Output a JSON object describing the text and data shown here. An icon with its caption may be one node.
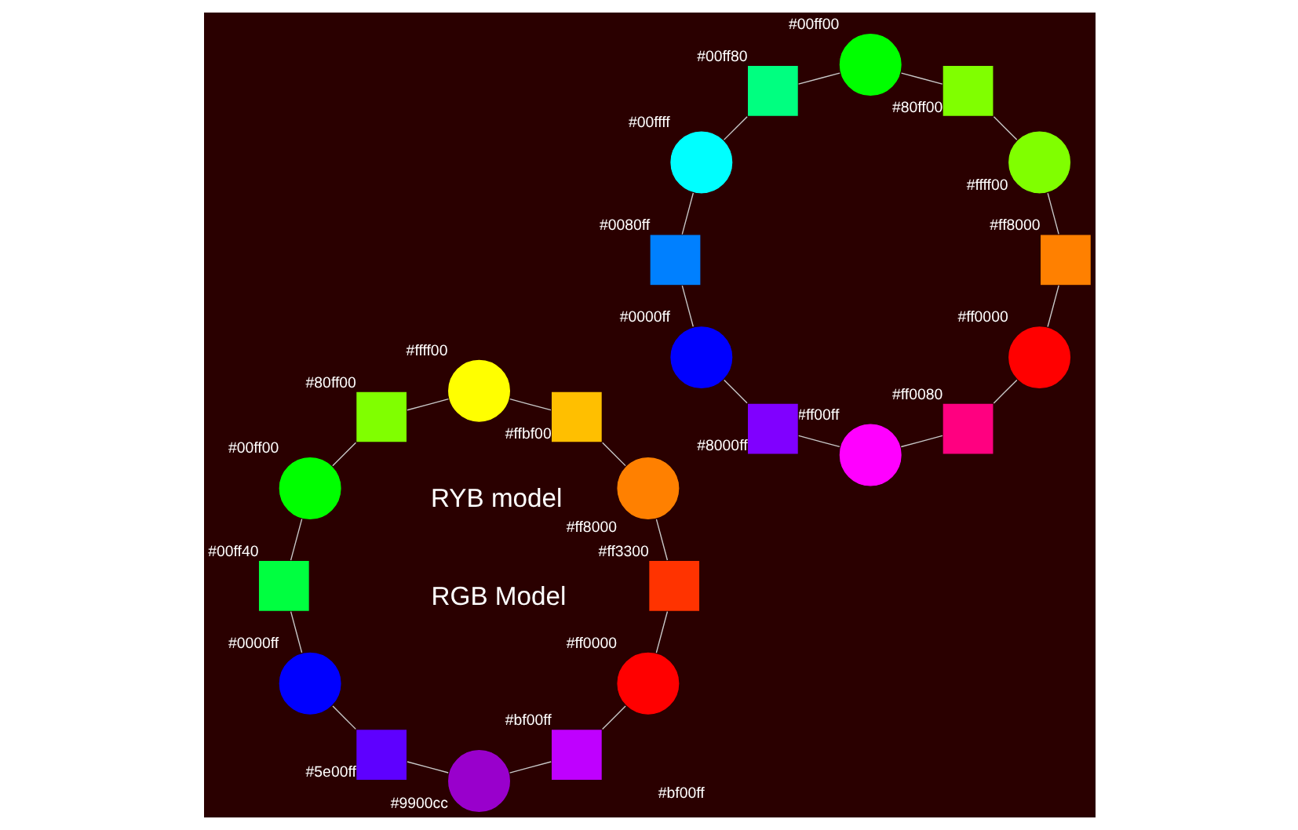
{
  "diagram": {
    "nodes": [
      {
        "text": [],
        "shape": "circle",
        "beside": [
          "#ff0000"
        ]
      },
      {
        "text": [],
        "shape": "box",
        "beside": [
          "#bf00ff"
        ]
      },
      {
        "text": [],
        "shape": "circle",
        "beside": [
          "#9900cc"
        ]
      },
      {
        "text": [],
        "shape": "box",
        "beside": [
          "#5e00ff"
        ]
      },
      {
        "text": [],
        "shape": "circle",
        "beside": [
          "#0000ff"
        ]
      },
      {
        "text": [],
        "shape": "box",
        "beside": [
          "#00ff40"
        ]
      },
      {
        "text": [],
        "shape": "circle",
        "beside": [
          "#00ff00"
        ]
      },
      {
        "text": [],
        "shape": "box",
        "beside": [
          "#80ff00"
        ]
      },
      {
        "text": [],
        "shape": "circle",
        "beside": [
          "#ffff00"
        ]
      },
      {
        "text": [],
        "shape": "box",
        "beside": [
          "#ffbf00"
        ]
      },
      {
        "text": [],
        "shape": "circle",
        "beside": [
          "#ff8000"
        ]
      },
      {
        "text": [],
        "shape": "box",
        "beside": [
          "#ff3300"
        ]
      },
      {
        "text": [],
        "shape": "circle",
        "beside": [
          "#ff0000"
        ]
      },
      {
        "text": [],
        "shape": "box",
        "beside": [
          "#ff0080"
        ]
      },
      {
        "text": [],
        "shape": "circle",
        "beside": [
          "#ff00ff"
        ]
      },
      {
        "text": [],
        "shape": "box",
        "beside": [
          "#8000ff"
        ]
      },
      {
        "text": [],
        "shape": "circle",
        "beside": [
          "#0000ff"
        ]
      },
      {
        "text": [],
        "shape": "box",
        "beside": [
          "#0080ff"
        ]
      },
      {
        "text": [],
        "shape": "circle",
        "beside": [
          "#00ffff"
        ]
      },
      {
        "text": [],
        "shape": "box",
        "beside": [
          "#00ff80"
        ]
      },
      {
        "text": [],
        "shape": "circle",
        "beside": [
          "#00ff00"
        ]
      },
      {
        "text": [],
        "shape": "box",
        "beside": [
          "#80ff00"
        ]
      },
      {
        "text": [],
        "shape": "circle",
        "beside": [
          "#ffff00"
        ]
      },
      {
        "text": [],
        "shape": "box",
        "beside": [
          "#ff8000"
        ]
      }
    ],
    "edges": [
      {
        "from": 0,
        "to": 1,
        "arrow": "none"
      },
      {
        "from": 1,
        "to": 2,
        "arrow": "none"
      },
      {
        "from": 2,
        "to": 3,
        "arrow": "none"
      },
      {
        "from": 3,
        "to": 4,
        "arrow": "none"
      },
      {
        "from": 4,
        "to": 5,
        "arrow": "none"
      },
      {
        "from": 5,
        "to": 6,
        "arrow": "none"
      },
      {
        "from": 6,
        "to": 7,
        "arrow": "none"
      },
      {
        "from": 7,
        "to": 8,
        "arrow": "none"
      },
      {
        "from": 8,
        "to": 9,
        "arrow": "none"
      },
      {
        "from": 9,
        "to": 10,
        "arrow": "none"
      },
      {
        "from": 10,
        "to": 11,
        "arrow": "none"
      },
      {
        "from": 11,
        "to": 0,
        "arrow": "none"
      },
      {
        "from": 12,
        "to": 13,
        "arrow": "none"
      },
      {
        "from": 13,
        "to": 14,
        "arrow": "none"
      },
      {
        "from": 14,
        "to": 15,
        "arrow": "none"
      },
      {
        "from": 15,
        "to": 16,
        "arrow": "none"
      },
      {
        "from": 16,
        "to": 17,
        "arrow": "none"
      },
      {
        "from": 17,
        "to": 18,
        "arrow": "none"
      },
      {
        "from": 18,
        "to": 19,
        "arrow": "none"
      },
      {
        "from": 19,
        "to": 20,
        "arrow": "none"
      },
      {
        "from": 20,
        "to": 21,
        "arrow": "none"
      },
      {
        "from": 21,
        "to": 22,
        "arrow": "none"
      },
      {
        "from": 22,
        "to": 23,
        "arrow": "none"
      },
      {
        "from": 23,
        "to": 12,
        "arrow": "none"
      }
    ],
    "labels": [
      "#bf00ff",
      "RYB model",
      "RGB Model"
    ]
  }
}
